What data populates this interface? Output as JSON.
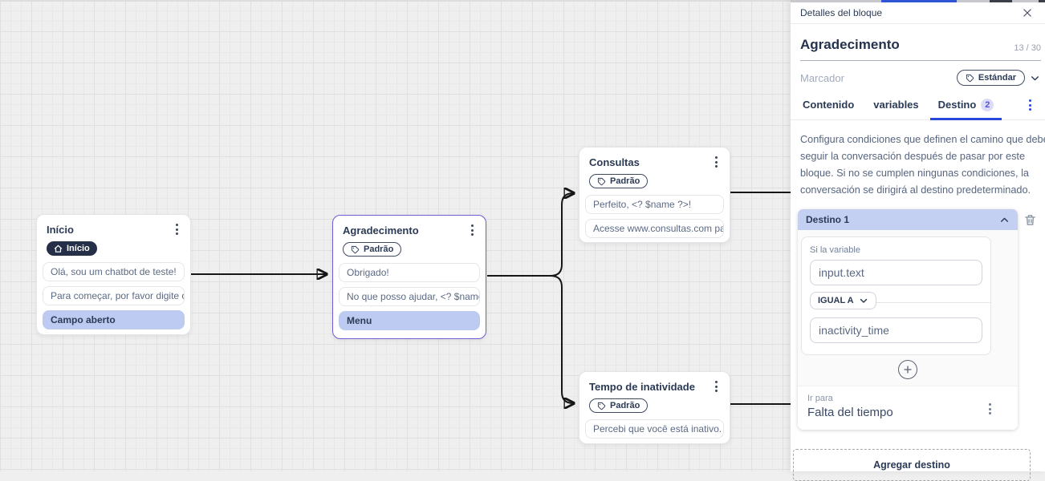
{
  "colors": {
    "accent_blue": "#2947DB",
    "selection_purple": "#6A5ED0",
    "highlight_periwinkle": "#BDCBF2",
    "destination_header": "#C4D0F2",
    "dark_badge": "#262F48"
  },
  "canvas": {
    "nodes": [
      {
        "title": "Início",
        "badge": "Início",
        "badge_icon": "home-icon",
        "items": [
          {
            "text": "Olá, sou um chatbot de teste!",
            "highlight": false
          },
          {
            "text": "Para começar, por favor digite o ...",
            "highlight": false
          },
          {
            "text": "Campo aberto",
            "highlight": true
          }
        ]
      },
      {
        "title": "Agradecimento",
        "badge": "Padrão",
        "badge_icon": "tag-icon",
        "selected": true,
        "items": [
          {
            "text": "Obrigado!",
            "highlight": false
          },
          {
            "text": "No que posso ajudar, <? $name ...",
            "highlight": false
          },
          {
            "text": "Menu",
            "highlight": true
          }
        ]
      },
      {
        "title": "Consultas",
        "badge": "Padrão",
        "badge_icon": "tag-icon",
        "items": [
          {
            "text": "Perfeito, <? $name ?>!",
            "highlight": false
          },
          {
            "text": "Acesse www.consultas.com par...",
            "highlight": false
          }
        ]
      },
      {
        "title": "Tempo de inatividade",
        "badge": "Padrão",
        "badge_icon": "tag-icon",
        "items": [
          {
            "text": "Percebi que você está inativo. C...",
            "highlight": false
          }
        ]
      }
    ]
  },
  "panel": {
    "header": {
      "title": "Detalles del bloque"
    },
    "name": {
      "value": "Agradecimento",
      "counter": "13 / 30"
    },
    "marker": {
      "label": "Marcador",
      "value": "Estándar"
    },
    "tabs": [
      {
        "label": "Contenido"
      },
      {
        "label": "variables"
      },
      {
        "label": "Destino",
        "badge": "2"
      }
    ],
    "description_lines": [
      "Configura condiciones que definen el camino que debe",
      "seguir la conversación después de pasar por este",
      "bloque. Si no se cumplen ningunas condiciones, la",
      "conversación se dirigirá al destino predeterminado."
    ],
    "destination": {
      "title": "Destino 1",
      "condition": {
        "label": "Si la variable",
        "variable": "input.text",
        "operator": "IGUAL A",
        "value": "inactivity_time"
      },
      "goto": {
        "label": "Ir para",
        "value": "Falta del tiempo"
      }
    },
    "add_button": "Agregar destino"
  }
}
